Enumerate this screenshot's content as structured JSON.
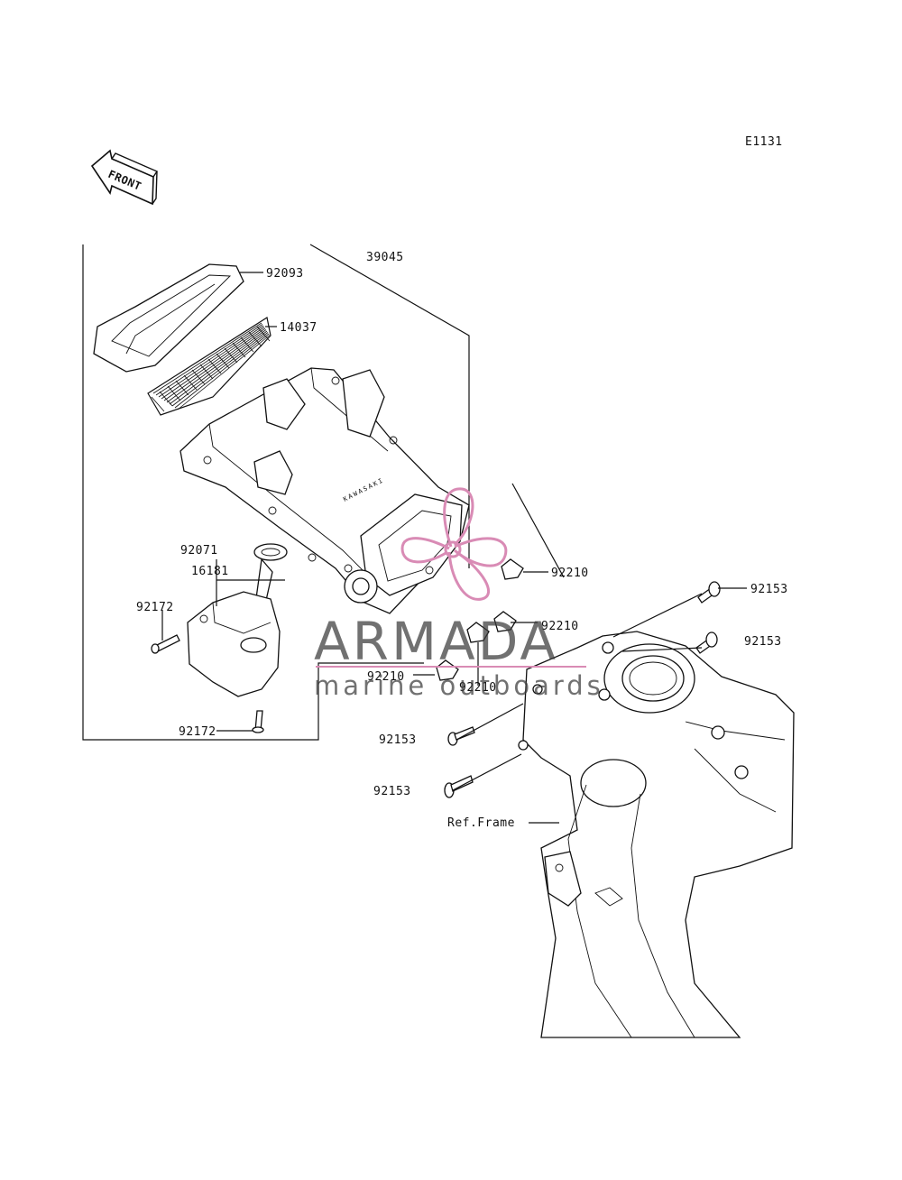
{
  "diagram": {
    "code": "E1131",
    "direction_label": "FRONT",
    "ref_frame_label": "Ref.Frame",
    "embossed_text": "KAWASAKI",
    "parts": [
      {
        "number": "39045"
      },
      {
        "number": "92093"
      },
      {
        "number": "14037"
      },
      {
        "number": "92071"
      },
      {
        "number": "16181"
      },
      {
        "number": "92172"
      },
      {
        "number": "92172"
      },
      {
        "number": "92210"
      },
      {
        "number": "92210"
      },
      {
        "number": "92210"
      },
      {
        "number": "92210"
      },
      {
        "number": "92153"
      },
      {
        "number": "92153"
      },
      {
        "number": "92153"
      },
      {
        "number": "92153"
      }
    ]
  },
  "watermark": {
    "brand": "ARMADA",
    "tagline": "marine outboards",
    "logo_color": "#d98bb5"
  }
}
